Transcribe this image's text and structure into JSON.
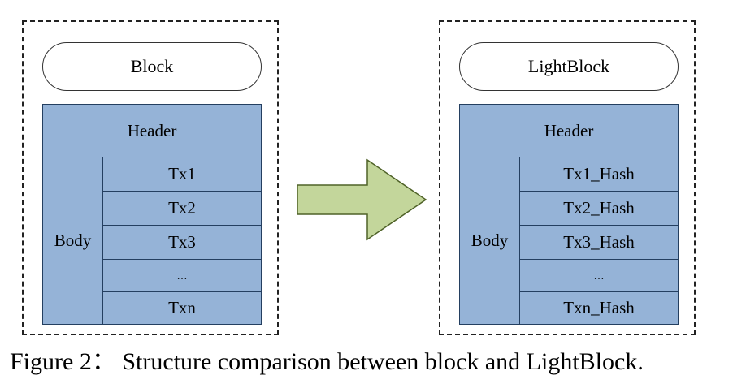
{
  "left": {
    "title": "Block",
    "header": "Header",
    "body": "Body",
    "rows": [
      "Tx1",
      "Tx2",
      "Tx3",
      "…",
      "Txn"
    ]
  },
  "right": {
    "title": "LightBlock",
    "header": "Header",
    "body": "Body",
    "rows": [
      "Tx1_Hash",
      "Tx2_Hash",
      "Tx3_Hash",
      "…",
      "Txn_Hash"
    ]
  },
  "caption": "Figure 2： Structure comparison between block and LightBlock.",
  "colors": {
    "cell_fill": "#95b3d7",
    "cell_border": "#243f60",
    "arrow_fill": "#c3d69b",
    "arrow_border": "#4f6228"
  }
}
